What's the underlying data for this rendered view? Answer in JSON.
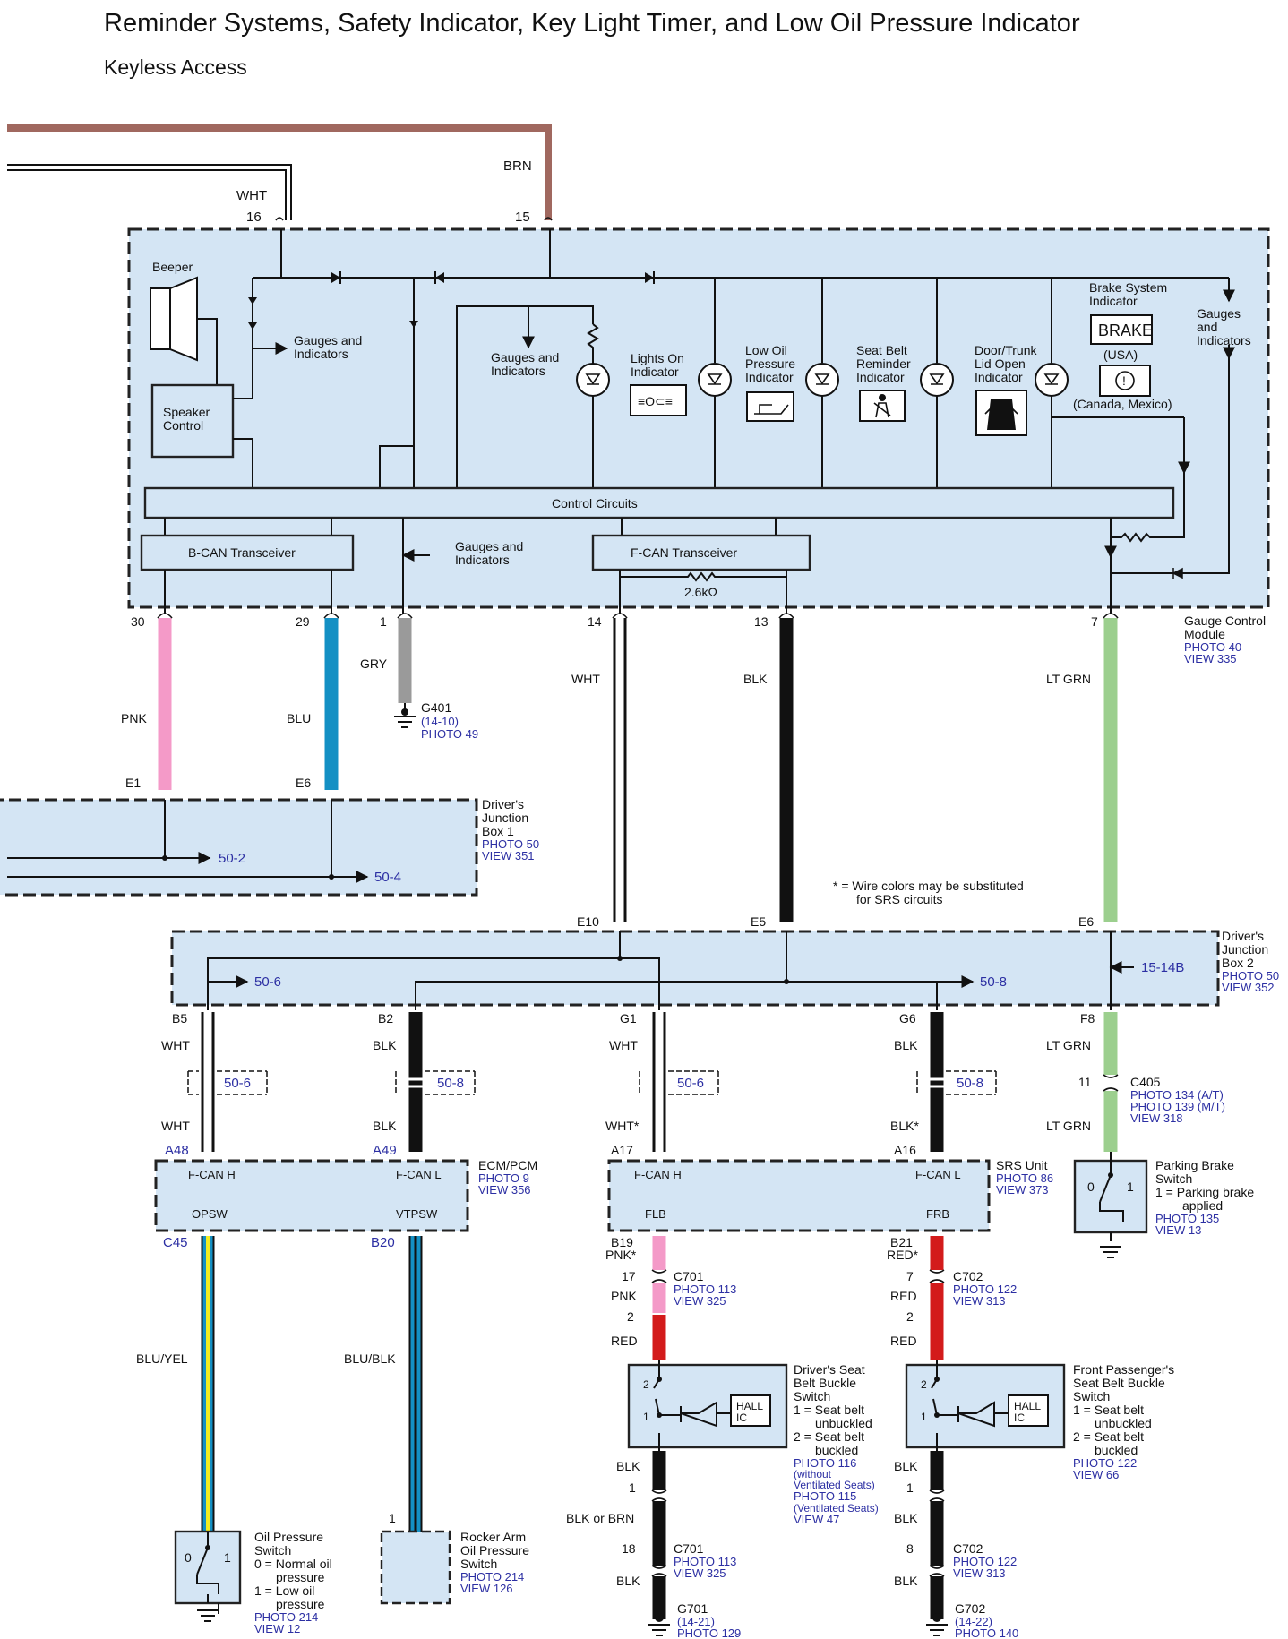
{
  "title": "Reminder Systems, Safety Indicator, Key Light Timer, and Low Oil Pressure Indicator",
  "subtitle": "Keyless Access",
  "colors": {
    "panel": "#d4e5f4",
    "brn": "#a0685f",
    "pnk": "#f49ac8",
    "blu": "#1490c4",
    "gry": "#9a9a9a",
    "ltgrn": "#9ccf8e",
    "red": "#d31b1b",
    "yel": "#f4ee22",
    "link": "#2c2fa3"
  },
  "gcm": {
    "name": [
      "Gauge Control",
      "Module"
    ],
    "photo": "PHOTO 40",
    "view": "VIEW 335",
    "beeper": "Beeper",
    "speaker_control": [
      "Speaker",
      "Control"
    ],
    "gauges_label": [
      "Gauges and",
      "Indicators"
    ],
    "gauges_label_right": [
      "Gauges",
      "and",
      "Indicators"
    ],
    "lights_on": [
      "Lights On",
      "Indicator"
    ],
    "low_oil": [
      "Low Oil",
      "Pressure",
      "Indicator"
    ],
    "seat_belt": [
      "Seat Belt",
      "Reminder",
      "Indicator"
    ],
    "door_trunk": [
      "Door/Trunk",
      "Lid Open",
      "Indicator"
    ],
    "brake_system": [
      "Brake System",
      "Indicator"
    ],
    "brake_word": "BRAKE",
    "usa": "(USA)",
    "canada": "(Canada, Mexico)",
    "control_circuits": "Control Circuits",
    "bcan": "B-CAN Transceiver",
    "fcan": "F-CAN Transceiver",
    "resistor": "2.6kΩ",
    "pins": {
      "p16": "16",
      "p15": "15",
      "p30": "30",
      "p29": "29",
      "p1": "1",
      "p14": "14",
      "p13": "13",
      "p7": "7"
    }
  },
  "wires": {
    "wht_top": "WHT",
    "brn": "BRN",
    "pnk": "PNK",
    "blu": "BLU",
    "gry": "GRY",
    "wht": "WHT",
    "blk": "BLK",
    "ltgrn": "LT GRN"
  },
  "g401": {
    "name": "G401",
    "ref": "(14-10)",
    "photo": "PHOTO 49"
  },
  "djb1": {
    "name": [
      "Driver's",
      "Junction",
      "Box 1"
    ],
    "photo": "PHOTO 50",
    "view": "VIEW 351",
    "e1": "E1",
    "e6": "E6",
    "ref1": "50-2",
    "ref2": "50-4"
  },
  "note": [
    "* = Wire colors may be substituted",
    "for SRS circuits"
  ],
  "djb2": {
    "name": [
      "Driver's",
      "Junction",
      "Box 2"
    ],
    "photo": "PHOTO 50",
    "view": "VIEW 352",
    "e10": "E10",
    "e5": "E5",
    "e6": "E6",
    "ref_left": "50-6",
    "ref_right": "50-8",
    "ref_side": "15-14B",
    "b5": "B5",
    "b2": "B2",
    "g1": "G1",
    "g6": "G6",
    "f8": "F8"
  },
  "mid": {
    "wht": "WHT",
    "blk": "BLK",
    "wht_star": "WHT*",
    "blk_star": "BLK*",
    "ref506": "50-6",
    "ref508": "50-8",
    "ltgrn": "LT GRN",
    "p11": "11",
    "c405": "C405",
    "c405_p1": "PHOTO 134 (A/T)",
    "c405_p2": "PHOTO 139 (M/T)",
    "c405_v": "VIEW 318"
  },
  "ecm": {
    "name": "ECM/PCM",
    "photo": "PHOTO 9",
    "view": "VIEW 356",
    "a48": "A48",
    "a49": "A49",
    "fcanh": "F-CAN H",
    "fcanl": "F-CAN L",
    "opsw": "OPSW",
    "vtpsw": "VTPSW",
    "c45": "C45",
    "b20": "B20"
  },
  "srs": {
    "name": "SRS Unit",
    "photo": "PHOTO 86",
    "view": "VIEW 373",
    "a17": "A17",
    "a16": "A16",
    "fcanh": "F-CAN H",
    "fcanl": "F-CAN L",
    "flb": "FLB",
    "frb": "FRB"
  },
  "parking": {
    "name": [
      "Parking Brake",
      "Switch"
    ],
    "desc": [
      "1 = Parking brake",
      "applied"
    ],
    "photo": "PHOTO 135",
    "view": "VIEW 13",
    "p0": "0",
    "p1": "1"
  },
  "bottom_left": {
    "bluyel": "BLU/YEL",
    "blublk": "BLU/BLK",
    "p1": "1",
    "oil_name": [
      "Oil Pressure",
      "Switch"
    ],
    "oil_desc": [
      "0 = Normal oil",
      "pressure",
      "1 = Low oil",
      "pressure"
    ],
    "oil_photo": "PHOTO 214",
    "oil_view": "VIEW 12",
    "p0": "0",
    "p1b": "1",
    "rocker_name": [
      "Rocker Arm",
      "Oil Pressure",
      "Switch"
    ],
    "rocker_photo": "PHOTO 214",
    "rocker_view": "VIEW 126"
  },
  "driver_seat": {
    "b19": "B19",
    "pnk_star": "PNK*",
    "p17": "17",
    "pnk": "PNK",
    "p2": "2",
    "red": "RED",
    "c701": "C701",
    "c701_photo": "PHOTO 113",
    "c701_view": "VIEW 325",
    "name": [
      "Driver's Seat",
      "Belt Buckle",
      "Switch"
    ],
    "desc": [
      "1 = Seat belt",
      "unbuckled",
      "2 = Seat belt",
      "buckled"
    ],
    "photo_a": "PHOTO 116",
    "note_a": [
      "(without",
      "Ventilated Seats)"
    ],
    "photo_b": "PHOTO 115",
    "note_b": "(Ventilated Seats)",
    "view": "VIEW 47",
    "hall": [
      "HALL",
      "IC"
    ],
    "sw2": "2",
    "sw1": "1",
    "blk": "BLK",
    "p1": "1",
    "blk_or_brn": "BLK or BRN",
    "p18": "18",
    "c701b": "C701",
    "c701b_photo": "PHOTO 113",
    "c701b_view": "VIEW 325",
    "blk2": "BLK",
    "g701": "G701",
    "g701_ref": "(14-21)",
    "g701_photo": "PHOTO 129"
  },
  "pass_seat": {
    "b21": "B21",
    "red_star": "RED*",
    "p7": "7",
    "red": "RED",
    "p2": "2",
    "red2": "RED",
    "c702": "C702",
    "c702_photo": "PHOTO 122",
    "c702_view": "VIEW 313",
    "name": [
      "Front Passenger's",
      "Seat Belt Buckle",
      "Switch"
    ],
    "desc": [
      "1 = Seat belt",
      "unbuckled",
      "2 = Seat belt",
      "buckled"
    ],
    "photo": "PHOTO 122",
    "view": "VIEW 66",
    "hall": [
      "HALL",
      "IC"
    ],
    "sw2": "2",
    "sw1": "1",
    "blk": "BLK",
    "p1": "1",
    "blk_mid": "BLK",
    "p8": "8",
    "c702b": "C702",
    "c702b_photo": "PHOTO 122",
    "c702b_view": "VIEW 313",
    "blk2": "BLK",
    "g702": "G702",
    "g702_ref": "(14-22)",
    "g702_photo": "PHOTO 140"
  }
}
